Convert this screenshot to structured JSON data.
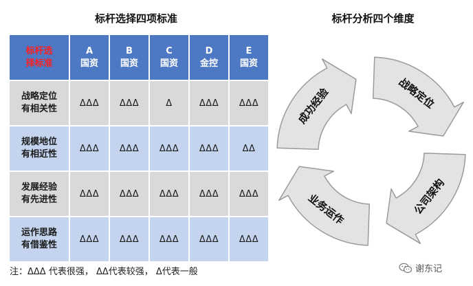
{
  "left_title": "标杆选择四项标准",
  "right_title": "标杆分析四个维度",
  "table": {
    "corner_label": [
      "标杆选",
      "择标准"
    ],
    "columns": [
      {
        "letter": "A",
        "type": "国资"
      },
      {
        "letter": "B",
        "type": "国资"
      },
      {
        "letter": "C",
        "type": "国资"
      },
      {
        "letter": "D",
        "type": "金控"
      },
      {
        "letter": "E",
        "type": "国资"
      }
    ],
    "rows": [
      {
        "label": [
          "战略定位",
          "有相关性"
        ],
        "cells": [
          "ΔΔΔ",
          "ΔΔΔ",
          "Δ",
          "ΔΔΔ",
          "ΔΔΔ"
        ]
      },
      {
        "label": [
          "规模地位",
          "有相近性"
        ],
        "cells": [
          "ΔΔΔ",
          "ΔΔΔ",
          "ΔΔΔ",
          "ΔΔΔ",
          "ΔΔ"
        ]
      },
      {
        "label": [
          "发展经验",
          "有先进性"
        ],
        "cells": [
          "ΔΔΔ",
          "ΔΔΔ",
          "ΔΔΔ",
          "ΔΔΔ",
          "ΔΔΔ"
        ]
      },
      {
        "label": [
          "运作思路",
          "有借鉴性"
        ],
        "cells": [
          "ΔΔΔ",
          "ΔΔΔ",
          "ΔΔΔ",
          "ΔΔΔ",
          "ΔΔΔ"
        ]
      }
    ]
  },
  "note": {
    "prefix": "注：",
    "items": [
      "ΔΔΔ 代表很强，",
      "ΔΔ代表较强，",
      "Δ代表一般"
    ]
  },
  "cycle": {
    "segments": [
      "战略定位",
      "公司架构",
      "业务运作",
      "成功经验"
    ],
    "fill_color": "#e3e3e3",
    "stroke_color": "#9a9a9a"
  },
  "watermark": {
    "icon": "wechat-icon",
    "text": "谢东记"
  }
}
